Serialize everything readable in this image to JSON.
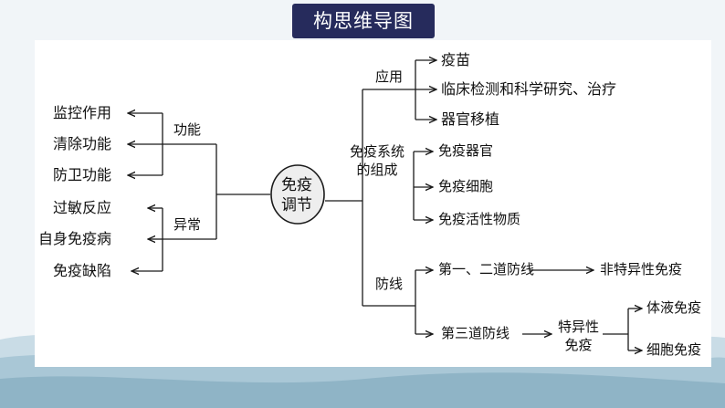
{
  "title": "构思维导图",
  "center": {
    "line1": "免疫",
    "line2": "调节"
  },
  "left": {
    "function": {
      "label": "功能",
      "items": [
        "监控作用",
        "清除功能",
        "防卫功能"
      ]
    },
    "abnormal": {
      "label": "异常",
      "items": [
        "过敏反应",
        "自身免疫病",
        "免疫缺陷"
      ]
    }
  },
  "right": {
    "application": {
      "label": "应用",
      "items": [
        "疫苗",
        "临床检测和科学研究、治疗",
        "器官移植"
      ]
    },
    "composition": {
      "line1": "免疫系统",
      "line2": "的组成",
      "items": [
        "免疫器官",
        "免疫细胞",
        "免疫活性物质"
      ]
    },
    "defense": {
      "label": "防线",
      "first_second": "第一、二道防线",
      "nonspecific": "非特异性免疫",
      "third": "第三道防线",
      "specific_line1": "特异性",
      "specific_line2": "免疫",
      "humoral": "体液免疫",
      "cellular": "细胞免疫"
    }
  },
  "colors": {
    "title_bg": "#262b5c",
    "line": "#1a1a1a",
    "node_fill": "#eeeeee"
  }
}
